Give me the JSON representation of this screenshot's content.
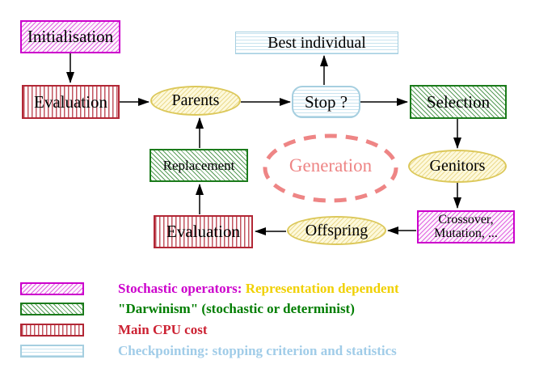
{
  "nodes": {
    "initialisation": {
      "label": "Initialisation"
    },
    "evaluation_top": {
      "label": "Evaluation"
    },
    "parents": {
      "label": "Parents"
    },
    "best_individual": {
      "label": "Best individual"
    },
    "stop": {
      "label": "Stop ?"
    },
    "selection": {
      "label": "Selection"
    },
    "genitors": {
      "label": "Genitors"
    },
    "crossover_mutation": {
      "line1": "Crossover,",
      "line2": "Mutation, ..."
    },
    "offspring": {
      "label": "Offspring"
    },
    "evaluation_bottom": {
      "label": "Evaluation"
    },
    "replacement": {
      "label": "Replacement"
    },
    "generation": {
      "label": "Generation"
    }
  },
  "legend": {
    "rows": [
      {
        "key": "stochastic-operators",
        "text": "Stochastic operators:",
        "text_secondary": " Representation dependent"
      },
      {
        "key": "darwinism",
        "text": "\"Darwinism\" (stochastic or determinist)",
        "text_secondary": ""
      },
      {
        "key": "main-cpu-cost",
        "text": "Main CPU cost",
        "text_secondary": ""
      },
      {
        "key": "checkpointing",
        "text": "Checkpointing: stopping criterion and statistics",
        "text_secondary": ""
      }
    ]
  },
  "colors": {
    "magenta": "#CC00CC",
    "green_border": "#1B7B1B",
    "red_border": "#B22735",
    "cyan_border": "#A6CFE0",
    "yellow_border": "#DCC85A",
    "salmon": "#EE8585",
    "legend_yellow_text": "#F0D000",
    "legend_green_text": "#007D00",
    "legend_red_text": "#CC2233",
    "legend_cyan_text": "#A0CCE8"
  }
}
